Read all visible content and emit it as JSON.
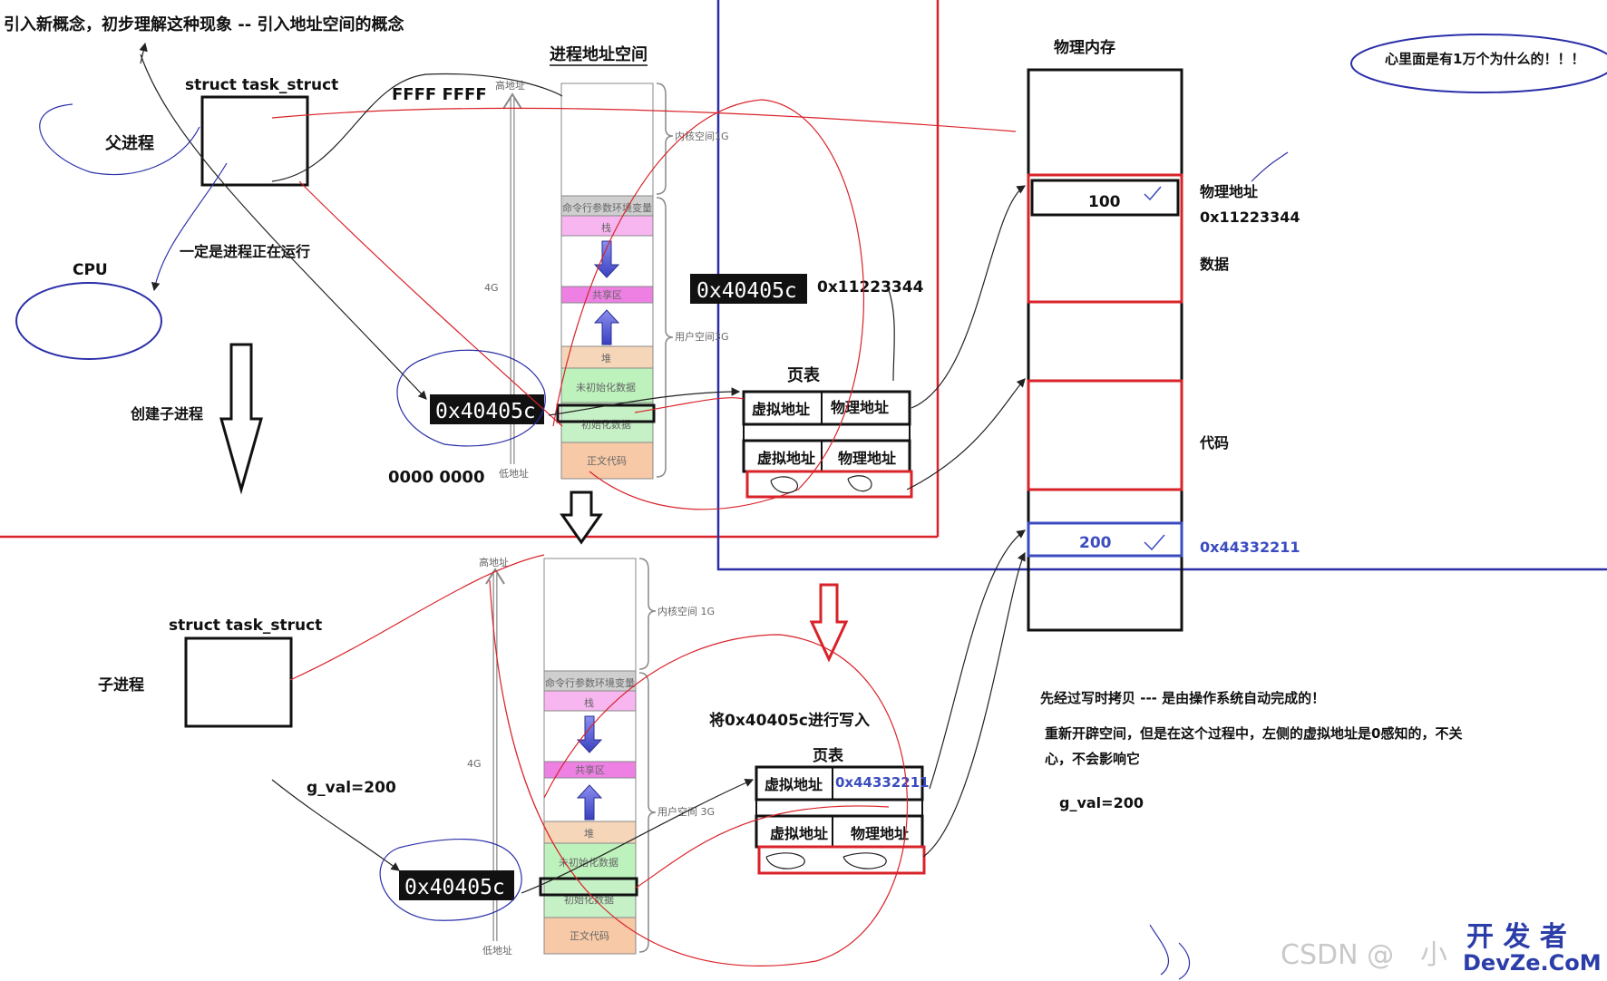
{
  "top": {
    "title": "引入新概念，初步理解这种现象 -- 引入地址空间的概念",
    "struct_label": "struct task_struct",
    "parent_label": "父进程",
    "cpu_label": "CPU",
    "running_label": "一定是进程正在运行",
    "create_child_label": "创建子进程",
    "ffff_label": "FFFF FFFF",
    "zero_label": "0000 0000",
    "space_title": "进程地址空间",
    "high_addr": "高地址",
    "low_addr": "低地址",
    "size_4g": "4G",
    "kernel_1g": "内核空间1G",
    "user_3g": "用户空间3G",
    "vaddr_chip_left": "0x40405c",
    "vaddr_chip_right": "0x40405c",
    "paddr_value": "0x11223344",
    "page_table_title": "页表",
    "pt_rows": [
      {
        "vaddr": "虚拟地址",
        "paddr": "物理地址"
      },
      {
        "vaddr": "虚拟地址",
        "paddr": "物理地址"
      }
    ]
  },
  "segments": {
    "cmd": "命令行参数环境变量",
    "stack": "栈",
    "shared": "共享区",
    "heap": "堆",
    "bss": "未初始化数据",
    "data": "初始化数据",
    "text": "正文代码"
  },
  "bottom": {
    "struct_label": "struct task_struct",
    "child_label": "子进程",
    "gval_label": "g_val=200",
    "vaddr_chip": "0x40405c",
    "high_addr": "高地址",
    "low_addr": "低地址",
    "size_4g": "4G",
    "kernel_1g": "内核空间 1G",
    "user_3g": "用户空间 3G",
    "write_label": "将0x40405c进行写入",
    "page_table_title": "页表",
    "pt_rows": [
      {
        "vaddr": "虚拟地址",
        "paddr": "0x44332211"
      },
      {
        "vaddr": "虚拟地址",
        "paddr": "物理地址"
      }
    ]
  },
  "phys": {
    "title": "物理内存",
    "cell_100": "100",
    "cell_200": "200",
    "paddr_label": "物理地址",
    "paddr_value": "0x11223344",
    "data_label": "数据",
    "code_label": "代码",
    "paddr2_value": "0x44332211"
  },
  "notes": {
    "bubble": "心里面是有1万个为什么的！！！",
    "cow": "先经过写时拷贝 --- 是由操作系统自动完成的！",
    "explain_1": "重新开辟空间，但是在这个过程中，左侧的虚拟地址是0感知的，不关",
    "explain_2": "心，不会影响它",
    "gval": "g_val=200"
  },
  "watermark": {
    "csdn": "CSDN @",
    "partial": "小",
    "brand_top": "开 发 者",
    "brand_bottom": "DevZe.CoM"
  },
  "colors": {
    "red": "#d9232a",
    "blue": "#2b2fa8",
    "accent_blue": "#3b4cc0",
    "seg_gray": "#cfcfcf",
    "seg_pink": "#f7b6f0",
    "seg_magenta": "#ee80e4",
    "seg_green": "#bdf2bd",
    "seg_peach": "#f6d6b8",
    "seg_orange": "#f7c9a6"
  }
}
